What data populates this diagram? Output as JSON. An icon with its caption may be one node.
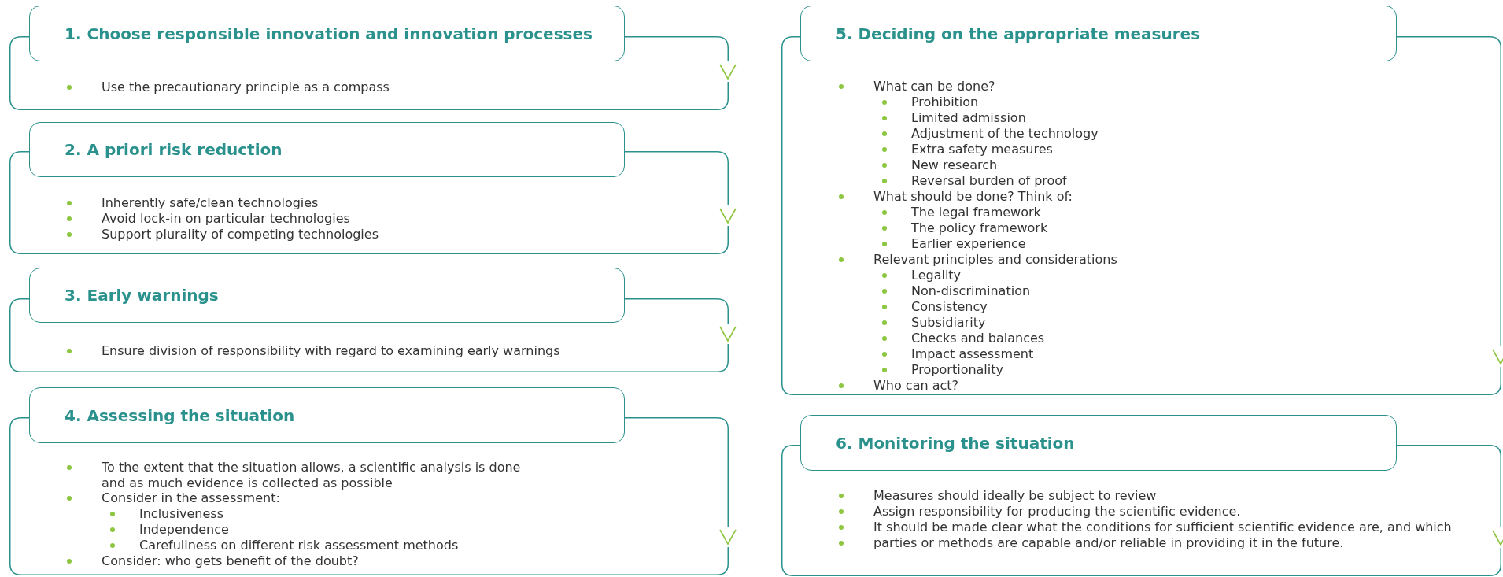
{
  "diagram": {
    "nodes": [
      {
        "text": [
          "1. Choose responsible innovation and innovation processes"
        ]
      },
      {
        "text": [
          "Use the precautionary principle as a compass"
        ]
      },
      {
        "text": [
          "2. A priori risk reduction"
        ]
      },
      {
        "text": [
          "Inherently safe/clean technologies",
          "Avoid lock-in on particular technologies",
          "Support plurality of competing technologies"
        ]
      },
      {
        "text": [
          "3. Early warnings"
        ]
      },
      {
        "text": [
          "Ensure division of responsibility with regard to examining early warnings"
        ]
      },
      {
        "text": [
          "4. Assessing the situation"
        ]
      },
      {
        "text": [
          "To the extent that the situation allows, a scientific analysis is done and as much evidence is collected as possible",
          "Consider in the assessment:",
          "Inclusiveness",
          "Independence",
          "Carefullness on different risk assessment methods",
          "Consider: who gets benefit of the doubt?"
        ]
      },
      {
        "text": [
          "5. Deciding on the appropriate measures"
        ]
      },
      {
        "text": [
          "What can be done?",
          "Prohibition",
          "Limited admission",
          "Adjustment of the technology",
          "Extra safety measures",
          "New research",
          "Reversal burden of proof",
          "What should be done? Think of:",
          "The legal framework",
          "The policy framework",
          "Earlier experience",
          "Relevant principles and considerations",
          "Legality",
          "Non-discrimination",
          "Consistency",
          "Subsidiarity",
          "Checks and balances",
          "Impact assessment",
          "Proportionality",
          "Who can act?"
        ]
      },
      {
        "text": [
          "6. Monitoring the situation"
        ]
      },
      {
        "text": [
          "Measures should ideally be subject to review",
          "Assign responsibility for producing the scientific evidence.",
          "It should be made clear what the conditions for sufficient scientific evidence are, and which",
          "parties or methods are capable and/or reliable in providing it in the future."
        ]
      }
    ]
  }
}
